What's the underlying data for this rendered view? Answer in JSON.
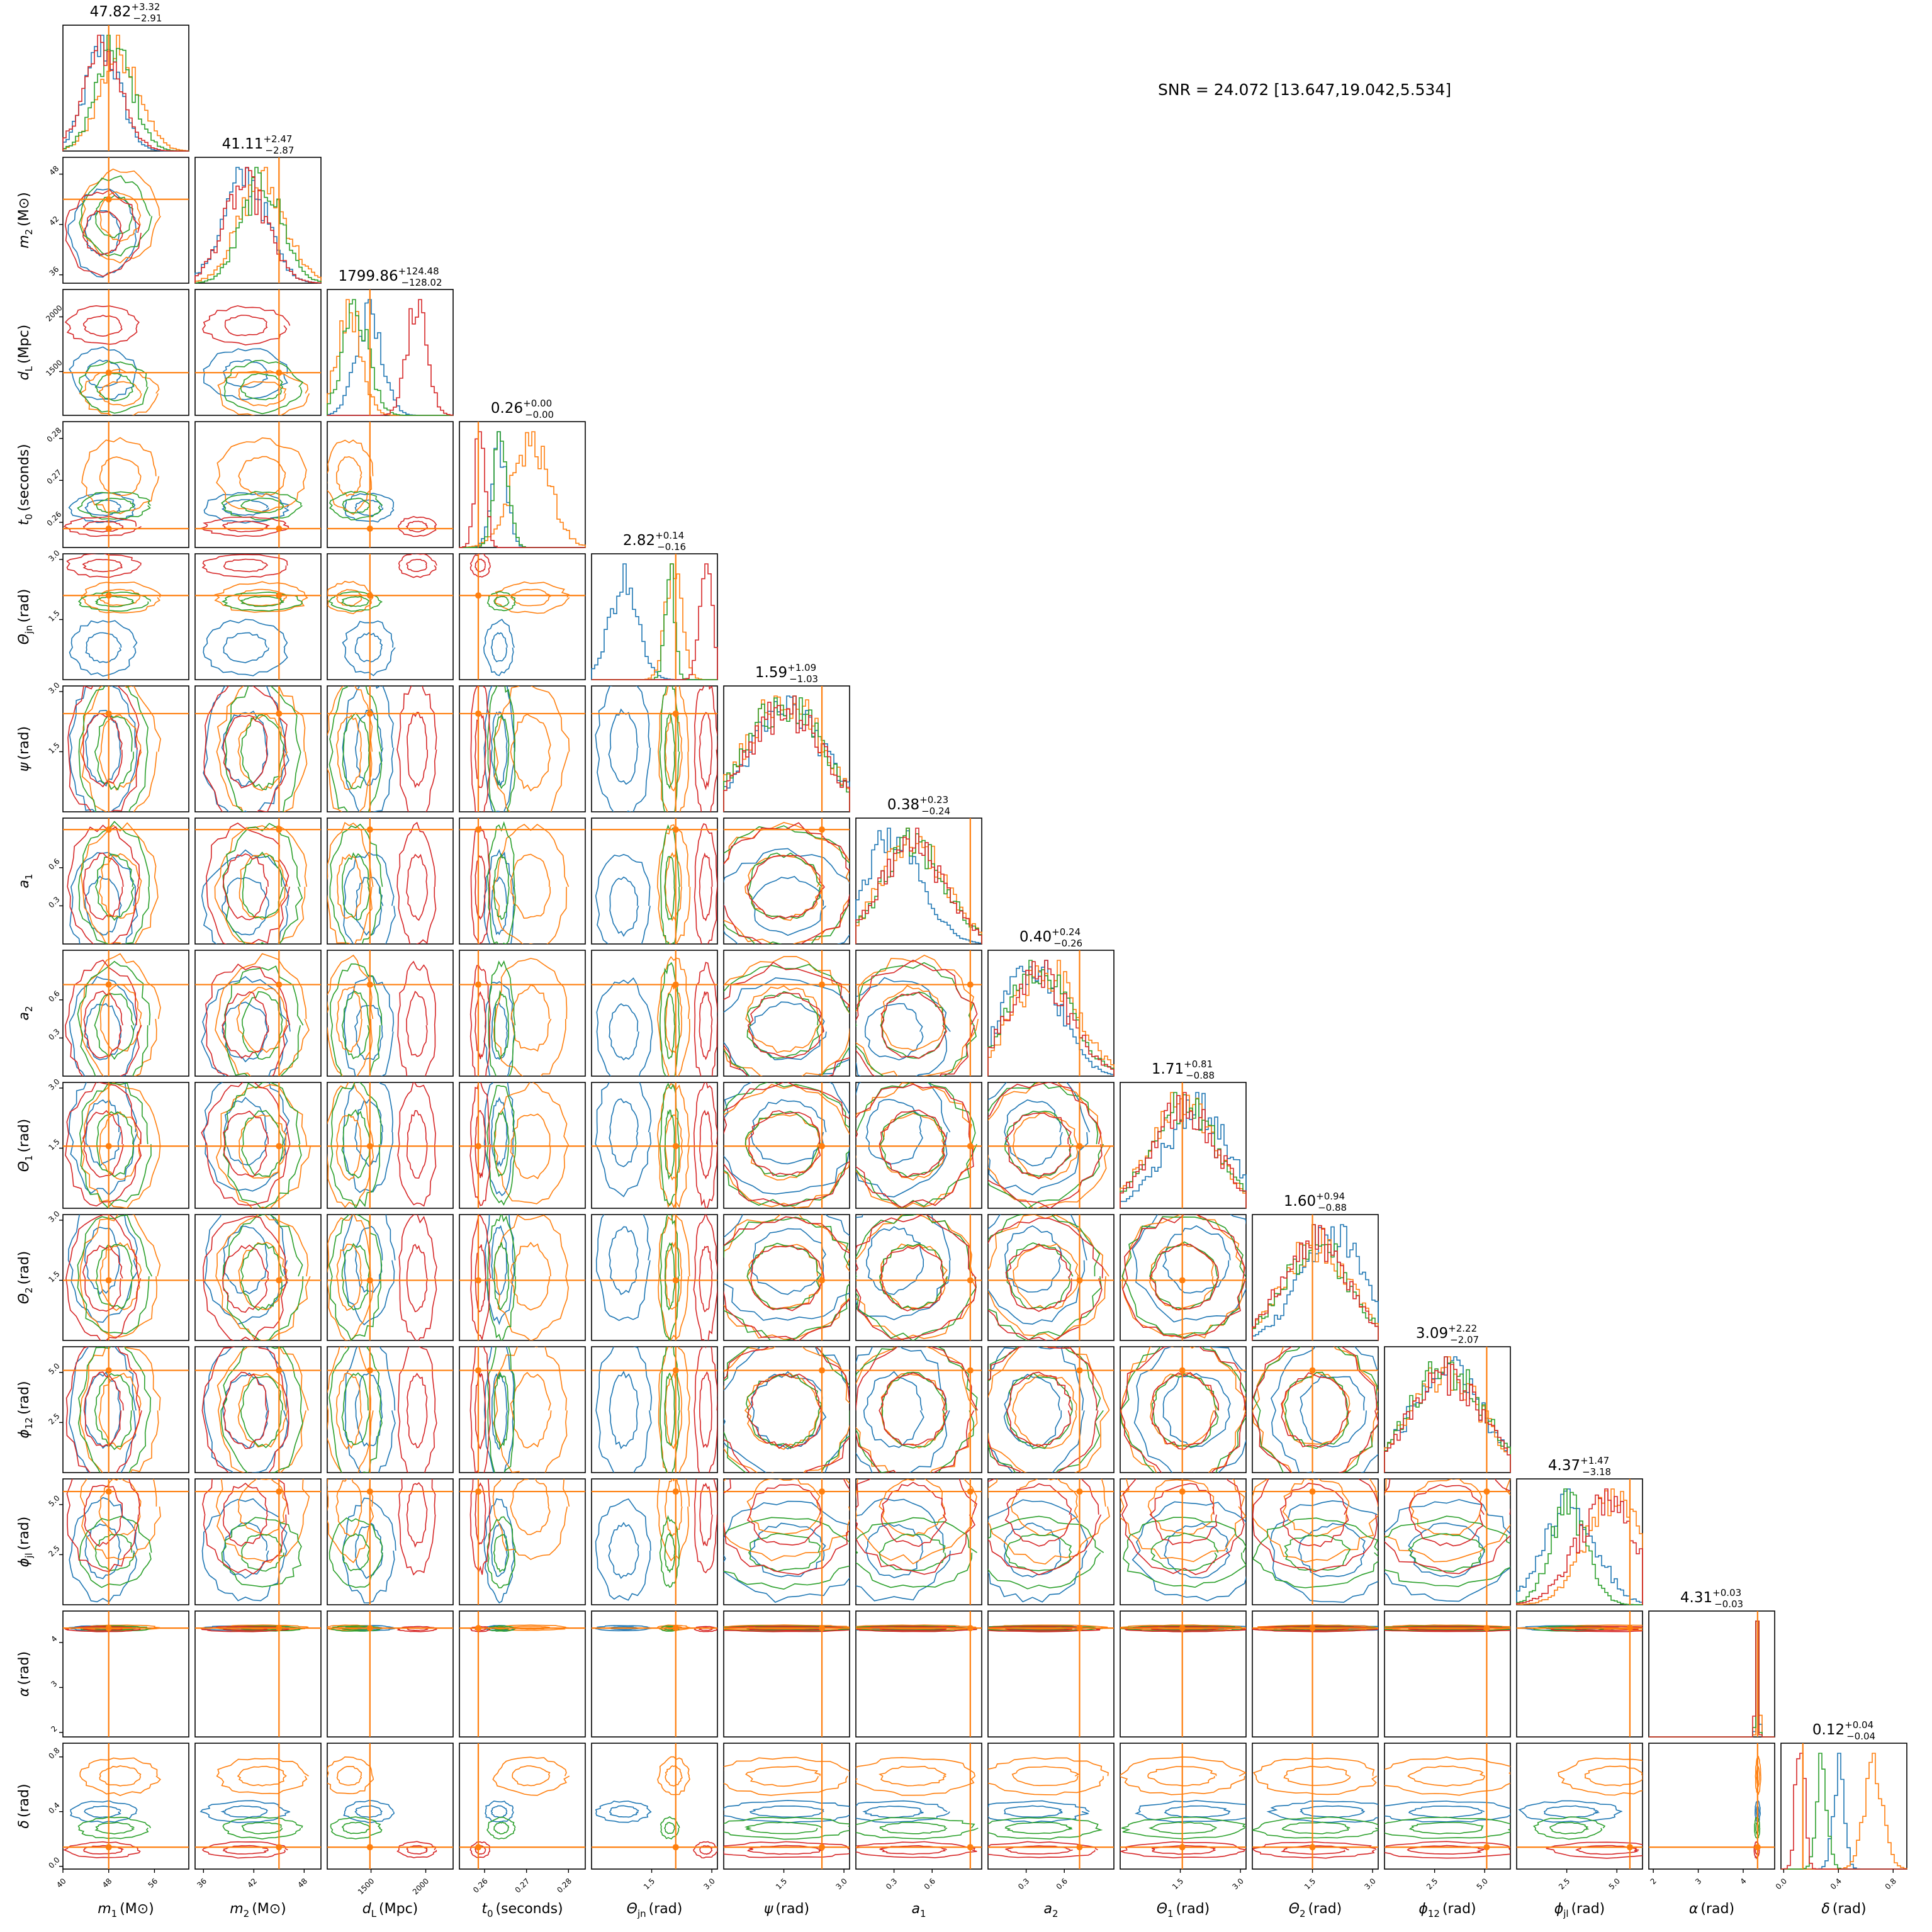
{
  "snr_text": "SNR = 24.072 [13.647,19.042,5.534]",
  "colors": {
    "blue": "#1f77b4",
    "orange": "#ff7f0e",
    "green": "#2ca02c",
    "red": "#d62728",
    "truth": "#ff7f0e"
  },
  "chart_data": {
    "type": "corner",
    "parameters": [
      {
        "key": "m1",
        "label_base": "m",
        "label_sub": "1",
        "unit": "(M⊙)",
        "title_value": "47.82",
        "title_plus": "+3.32",
        "title_minus": "−2.91",
        "range": [
          40,
          62
        ],
        "ticks": [
          "40",
          "48",
          "56"
        ],
        "tick_values": [
          40,
          48,
          56
        ],
        "truth": 48
      },
      {
        "key": "m2",
        "label_base": "m",
        "label_sub": "2",
        "unit": "(M⊙)",
        "title_value": "41.11",
        "title_plus": "+2.47",
        "title_minus": "−2.87",
        "range": [
          35,
          50
        ],
        "ticks": [
          "36",
          "42",
          "48"
        ],
        "tick_values": [
          36,
          42,
          48
        ],
        "truth": 45
      },
      {
        "key": "dL",
        "label_base": "d",
        "label_sub": "L",
        "unit": "(Mpc)",
        "title_value": "1799.86",
        "title_plus": "+124.48",
        "title_minus": "−128.02",
        "range": [
          1100,
          2250
        ],
        "ticks": [
          "1500",
          "2000"
        ],
        "tick_values": [
          1500,
          2000
        ],
        "truth": 1490
      },
      {
        "key": "t0",
        "label_base": "t",
        "label_sub": "0",
        "unit": "(seconds)",
        "title_value": "0.26",
        "title_plus": "+0.00",
        "title_minus": "−0.00",
        "range": [
          0.254,
          0.284
        ],
        "ticks": [
          "0.26",
          "0.27",
          "0.28"
        ],
        "tick_values": [
          0.26,
          0.27,
          0.28
        ],
        "truth": 0.2585
      },
      {
        "key": "thetajn",
        "label_base": "Θ",
        "label_sub": "jn",
        "unit": "(rad)",
        "title_value": "2.82",
        "title_plus": "+0.14",
        "title_minus": "−0.16",
        "range": [
          0,
          3.14
        ],
        "ticks": [
          "1.5",
          "3.0"
        ],
        "tick_values": [
          1.5,
          3.0
        ],
        "truth": 2.1
      },
      {
        "key": "psi",
        "label_base": "ψ",
        "label_sub": "",
        "unit": "(rad)",
        "title_value": "1.59",
        "title_plus": "+1.09",
        "title_minus": "−1.03",
        "range": [
          0,
          3.14
        ],
        "ticks": [
          "1.5",
          "3.0"
        ],
        "tick_values": [
          1.5,
          3.0
        ],
        "truth": 2.45
      },
      {
        "key": "a1",
        "label_base": "a",
        "label_sub": "1",
        "unit": "",
        "title_value": "0.38",
        "title_plus": "+0.23",
        "title_minus": "−0.24",
        "range": [
          0,
          0.99
        ],
        "ticks": [
          "0.3",
          "0.6"
        ],
        "tick_values": [
          0.3,
          0.6
        ],
        "truth": 0.9
      },
      {
        "key": "a2",
        "label_base": "a",
        "label_sub": "2",
        "unit": "",
        "title_value": "0.40",
        "title_plus": "+0.24",
        "title_minus": "−0.26",
        "range": [
          0,
          0.99
        ],
        "ticks": [
          "0.3",
          "0.6"
        ],
        "tick_values": [
          0.3,
          0.6
        ],
        "truth": 0.72
      },
      {
        "key": "theta1",
        "label_base": "Θ",
        "label_sub": "1",
        "unit": "(rad)",
        "title_value": "1.71",
        "title_plus": "+0.81",
        "title_minus": "−0.88",
        "range": [
          0,
          3.14
        ],
        "ticks": [
          "1.5",
          "3.0"
        ],
        "tick_values": [
          1.5,
          3.0
        ],
        "truth": 1.55
      },
      {
        "key": "theta2",
        "label_base": "Θ",
        "label_sub": "2",
        "unit": "(rad)",
        "title_value": "1.60",
        "title_plus": "+0.94",
        "title_minus": "−0.88",
        "range": [
          0,
          3.14
        ],
        "ticks": [
          "1.5",
          "3.0"
        ],
        "tick_values": [
          1.5,
          3.0
        ],
        "truth": 1.5
      },
      {
        "key": "phi12",
        "label_base": "ϕ",
        "label_sub": "12",
        "unit": "(rad)",
        "title_value": "3.09",
        "title_plus": "+2.22",
        "title_minus": "−2.07",
        "range": [
          0,
          6.28
        ],
        "ticks": [
          "2.5",
          "5.0"
        ],
        "tick_values": [
          2.5,
          5.0
        ],
        "truth": 5.1
      },
      {
        "key": "phijl",
        "label_base": "ϕ",
        "label_sub": "jl",
        "unit": "(rad)",
        "title_value": "4.37",
        "title_plus": "+1.47",
        "title_minus": "−3.18",
        "range": [
          0,
          6.28
        ],
        "ticks": [
          "2.5",
          "5.0"
        ],
        "tick_values": [
          2.5,
          5.0
        ],
        "truth": 5.65
      },
      {
        "key": "alpha",
        "label_base": "α",
        "label_sub": "",
        "unit": "(rad)",
        "title_value": "4.31",
        "title_plus": "+0.03",
        "title_minus": "−0.03",
        "range": [
          1.9,
          4.7
        ],
        "ticks": [
          "2",
          "3",
          "4"
        ],
        "tick_values": [
          2,
          3,
          4
        ],
        "truth": 4.32
      },
      {
        "key": "delta",
        "label_base": "δ",
        "label_sub": "",
        "unit": "(rad)",
        "title_value": "0.12",
        "title_plus": "+0.04",
        "title_minus": "−0.04",
        "range": [
          -0.02,
          0.9
        ],
        "ticks": [
          "0.0",
          "0.4",
          "0.8"
        ],
        "tick_values": [
          0.0,
          0.4,
          0.8
        ],
        "truth": 0.14
      }
    ],
    "series_centers": {
      "blue": [
        47,
        41,
        1480,
        0.2635,
        0.8,
        1.6,
        0.3,
        0.35,
        1.9,
        2.0,
        3.1,
        2.7,
        4.32,
        0.4
      ],
      "orange": [
        50,
        43,
        1300,
        0.271,
        2.05,
        1.5,
        0.45,
        0.45,
        1.55,
        1.6,
        3.1,
        4.9,
        4.33,
        0.66
      ],
      "green": [
        49,
        43,
        1360,
        0.264,
        1.95,
        1.5,
        0.45,
        0.4,
        1.6,
        1.6,
        3.1,
        2.6,
        4.31,
        0.28
      ],
      "red": [
        47,
        41,
        1920,
        0.259,
        2.85,
        1.55,
        0.45,
        0.4,
        1.6,
        1.55,
        3.1,
        4.5,
        4.3,
        0.12
      ]
    },
    "series_widths": {
      "blue": [
        3.0,
        2.6,
        120,
        0.0018,
        0.35,
        0.9,
        0.22,
        0.22,
        0.8,
        0.8,
        1.8,
        1.3,
        0.03,
        0.04
      ],
      "orange": [
        3.5,
        2.8,
        110,
        0.0045,
        0.2,
        0.9,
        0.25,
        0.25,
        0.8,
        0.8,
        1.8,
        1.4,
        0.03,
        0.07
      ],
      "green": [
        3.2,
        2.4,
        120,
        0.0017,
        0.12,
        0.9,
        0.25,
        0.25,
        0.8,
        0.8,
        1.8,
        0.9,
        0.03,
        0.04
      ],
      "red": [
        3.3,
        2.6,
        90,
        0.0012,
        0.15,
        0.9,
        0.25,
        0.25,
        0.8,
        0.8,
        1.8,
        1.5,
        0.03,
        0.03
      ]
    }
  }
}
